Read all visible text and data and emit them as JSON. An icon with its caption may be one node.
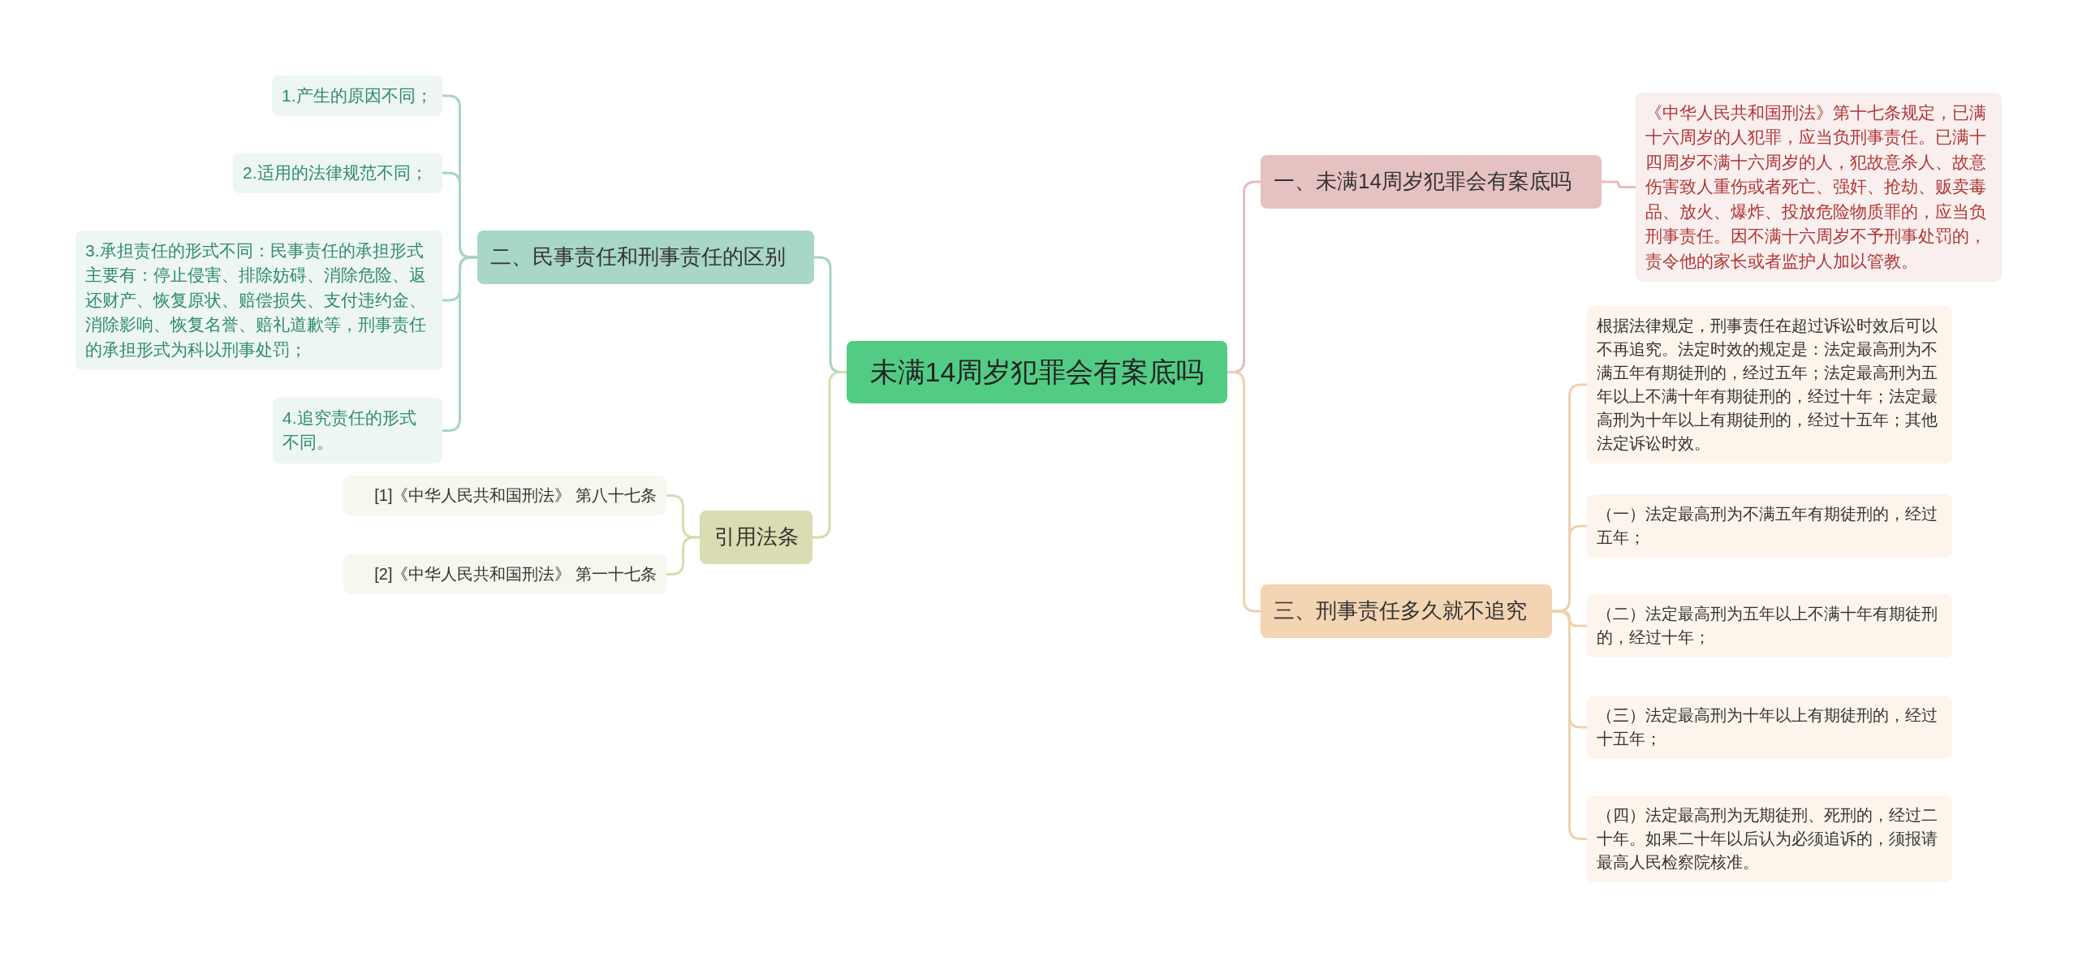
{
  "diagram": {
    "nodes": [
      {
        "text": [
          "未满14周岁犯罪会有案底吗"
        ]
      },
      {
        "text": [
          "一、未满14周岁犯罪会有案底吗"
        ]
      },
      {
        "text": [
          "《中华人民共和国刑法》第十七条规定，已满十六周岁的人犯罪，应当负刑事责任。已满十四周岁不满十六周岁的人，犯故意杀人、故意伤害致人重伤或者死亡、强奸、抢劫、贩卖毒品、放火、爆炸、投放危险物质罪的，应当负刑事责任。因不满十六周岁不予刑事处罚的，责令他的家长或者监护人加以管教。"
        ]
      },
      {
        "text": [
          "三、刑事责任多久就不追究"
        ]
      },
      {
        "text": [
          "根据法律规定，刑事责任在超过诉讼时效后可以不再追究。法定时效的规定是：法定最高刑为不满五年有期徒刑的，经过五年；法定最高刑为五年以上不满十年有期徒刑的，经过十年；法定最高刑为十年以上有期徒刑的，经过十五年；其他法定诉讼时效。"
        ]
      },
      {
        "text": [
          "（一）法定最高刑为不满五年有期徒刑的，经过五年；"
        ]
      },
      {
        "text": [
          "（二）法定最高刑为五年以上不满十年有期徒刑的，经过十年；"
        ]
      },
      {
        "text": [
          "（三）法定最高刑为十年以上有期徒刑的，经过十五年；"
        ]
      },
      {
        "text": [
          "（四）法定最高刑为无期徒刑、死刑的，经过二十年。如果二十年以后认为必须追诉的，须报请最高人民检察院核准。"
        ]
      },
      {
        "text": [
          "二、民事责任和刑事责任的区别"
        ]
      },
      {
        "text": [
          "1.产生的原因不同；"
        ]
      },
      {
        "text": [
          "2.适用的法律规范不同；"
        ]
      },
      {
        "text": [
          "3.承担责任的形式不同：民事责任的承担形式主要有：停止侵害、排除妨碍、消除危险、返还财产、恢复原状、赔偿损失、支付违约金、消除影响、恢复名誉、赔礼道歉等，刑事责任的承担形式为科以刑事处罚；"
        ]
      },
      {
        "text": [
          "4.追究责任的形式不同。"
        ]
      },
      {
        "text": [
          "引用法条"
        ]
      },
      {
        "text": [
          "[1]《中华人民共和国刑法》 第八十七条"
        ]
      },
      {
        "text": [
          "[2]《中华人民共和国刑法》 第一十七条"
        ]
      }
    ],
    "edges": [
      {
        "from": 0,
        "to": 1,
        "arrow": "none",
        "color": "#e5bcbc"
      },
      {
        "from": 1,
        "to": 2,
        "arrow": "none",
        "color": "#e5bcbc"
      },
      {
        "from": 0,
        "to": 3,
        "arrow": "none"
      },
      {
        "from": 3,
        "to": 4,
        "arrow": "none"
      },
      {
        "from": 3,
        "to": 5,
        "arrow": "none"
      },
      {
        "from": 3,
        "to": 6,
        "arrow": "none"
      },
      {
        "from": 3,
        "to": 7,
        "arrow": "none"
      },
      {
        "from": 3,
        "to": 8,
        "arrow": "none"
      },
      {
        "from": 0,
        "to": 9,
        "arrow": "none",
        "color": "#a6d4c6"
      },
      {
        "from": 9,
        "to": 10,
        "arrow": "none",
        "color": "#a6d4c6"
      },
      {
        "from": 9,
        "to": 11,
        "arrow": "none",
        "color": "#a6d4c6"
      },
      {
        "from": 9,
        "to": 12,
        "arrow": "none",
        "color": "#a6d4c6"
      },
      {
        "from": 9,
        "to": 13,
        "arrow": "none",
        "color": "#a6d4c6"
      },
      {
        "from": 0,
        "to": 14,
        "arrow": "none",
        "color": "#d6dcae"
      },
      {
        "from": 14,
        "to": 15,
        "arrow": "none",
        "color": "#d6dcae"
      },
      {
        "from": 14,
        "to": 16,
        "arrow": "none",
        "color": "#d6dcae"
      }
    ]
  }
}
